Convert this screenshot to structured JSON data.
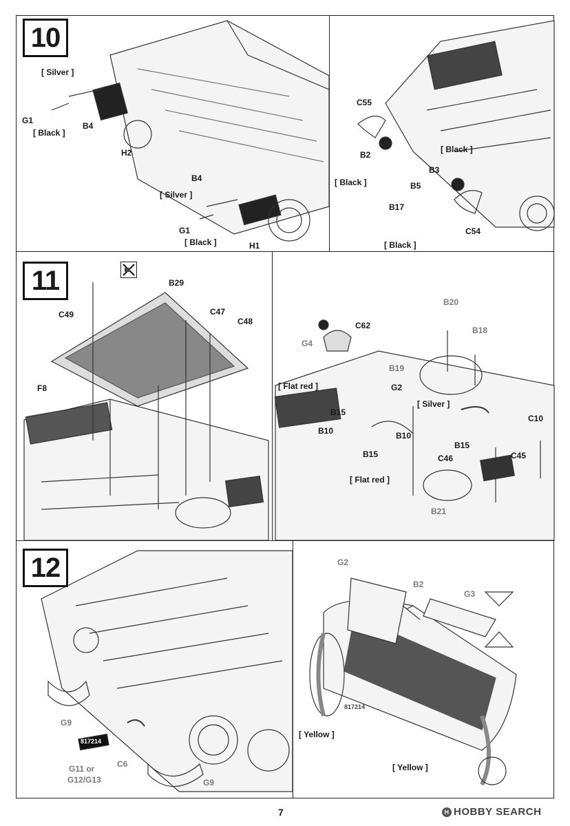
{
  "page_number": "7",
  "watermark": {
    "brand": "HOBBY SEARCH"
  },
  "steps": [
    {
      "number": "10",
      "labels": {
        "silver_tl": "[ Silver ]",
        "g1_tl": "G1",
        "black_tl": "[ Black ]",
        "b4_tl": "B4",
        "h2": "H2",
        "b4_bl": "B4",
        "silver_bl": "[ Silver ]",
        "g1_bl": "G1",
        "black_bl": "[ Black ]",
        "h1": "H1",
        "c55": "C55",
        "b2": "B2",
        "black_r1": "[ Black ]",
        "black_r2": "[ Black ]",
        "b3": "B3",
        "b5": "B5",
        "b17": "B17",
        "c54": "C54",
        "black_r3": "[ Black ]"
      }
    },
    {
      "number": "11",
      "labels": {
        "b29": "B29",
        "c49": "C49",
        "c47": "C47",
        "c48": "C48",
        "f8": "F8",
        "b20": "B20",
        "b18": "B18",
        "c62": "C62",
        "g4": "G4",
        "b19": "B19",
        "flat_red_1": "[ Flat red ]",
        "g2": "G2",
        "silver": "[ Silver ]",
        "b15_a": "B15",
        "b10_a": "B10",
        "b10_b": "B10",
        "b15_b": "B15",
        "b15_c": "B15",
        "c46": "C46",
        "flat_red_2": "[ Flat red ]",
        "c10": "C10",
        "c45": "C45",
        "b21": "B21"
      }
    },
    {
      "number": "12",
      "labels": {
        "g9_a": "G9",
        "plate": "817214",
        "g11": "G11 or",
        "g12": "G12/G13",
        "c6": "C6",
        "g9_b": "G9",
        "g2": "G2",
        "b2": "B2",
        "g3": "G3",
        "plate_r": "817214",
        "yellow_1": "[ Yellow ]",
        "yellow_2": "[ Yellow ]"
      }
    }
  ]
}
